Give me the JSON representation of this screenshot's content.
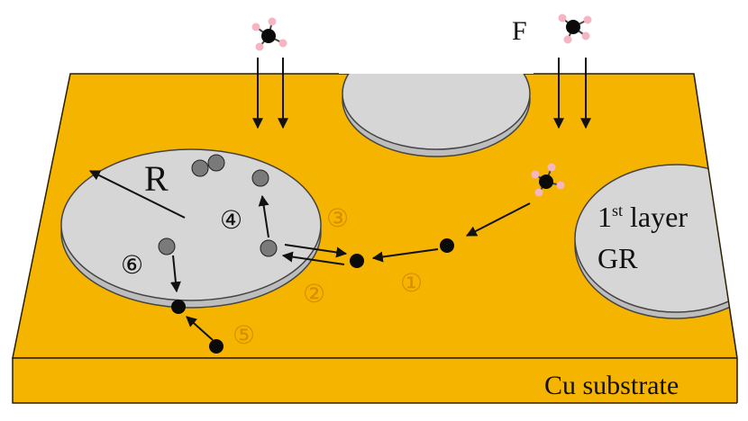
{
  "labels": {
    "radius": "R",
    "flux": "F",
    "layer_prefix": "1",
    "layer_sup": "st",
    "layer_suffix": " layer",
    "layer_line2": "GR",
    "substrate": "Cu substrate"
  },
  "steps": {
    "s1": "①",
    "s2": "②",
    "s3": "③",
    "s4": "④",
    "s5": "⑤",
    "s6": "⑥"
  },
  "colors": {
    "substrate": "#f5b400",
    "substrate_edge": "#2a2000",
    "island": "#d6d6d6",
    "island_shadow": "#bdbdbd",
    "adatom": "#0a0a0a",
    "attached_atom": "#7a7a7a",
    "molecule_h": "#f4b6c2",
    "step_accent": "#d98c00"
  }
}
